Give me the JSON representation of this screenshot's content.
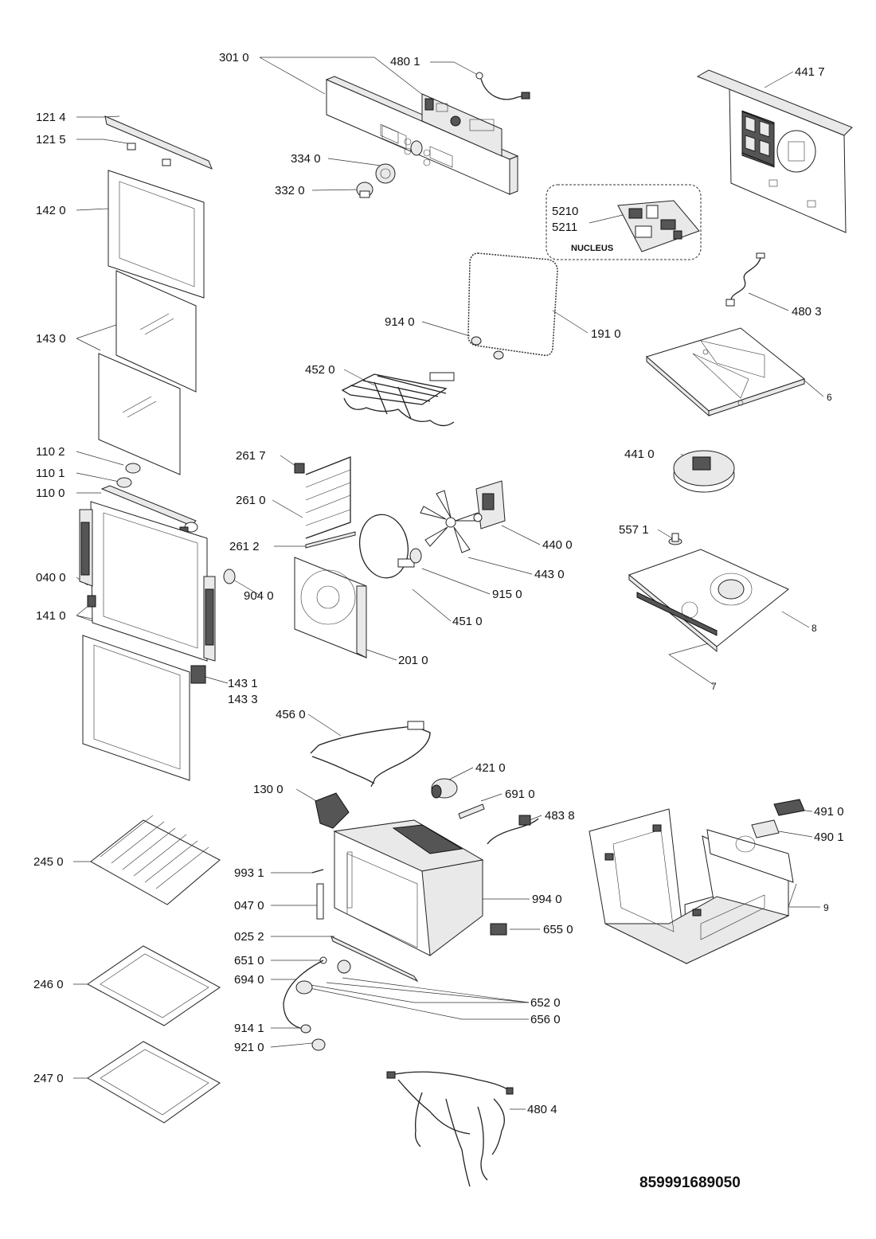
{
  "labels": {
    "l3010": "301 0",
    "l4801": "480 1",
    "l4417": "441 7",
    "l1214": "121 4",
    "l1215": "121 5",
    "l3340": "334 0",
    "l3320": "332 0",
    "l1420": "142 0",
    "l5210": "5210",
    "l5211": "5211",
    "nucleus": "NUCLEUS",
    "l4803": "480 3",
    "l9140": "914 0",
    "l1910": "191 0",
    "l1430": "143 0",
    "l4520": "452 0",
    "l6": "6",
    "l1102": "110 2",
    "l1101": "110 1",
    "l1100": "110 0",
    "l2617": "261 7",
    "l4410": "441 0",
    "l2610": "261 0",
    "l2612": "261 2",
    "l4400": "440 0",
    "l5571": "557 1",
    "l4430": "443 0",
    "l0400": "040 0",
    "l9040": "904 0",
    "l9150": "915 0",
    "l1410": "141 0",
    "l4510": "451 0",
    "l8": "8",
    "l2010": "201 0",
    "l1431": "143 1",
    "l1433": "143 3",
    "l7": "7",
    "l4560": "456 0",
    "l4210": "421 0",
    "l1300": "130 0",
    "l6910": "691 0",
    "l4910": "491 0",
    "l4838": "483 8",
    "l4901": "490 1",
    "l2450": "245 0",
    "l9931": "993 1",
    "l0470": "047 0",
    "l9940": "994 0",
    "l9": "9",
    "l0252": "025 2",
    "l6550": "655 0",
    "l6510": "651 0",
    "l6940": "694 0",
    "l2460": "246 0",
    "l6520": "652 0",
    "l6560": "656 0",
    "l9141": "914 1",
    "l9210": "921 0",
    "l2470": "247 0",
    "l4804": "480 4"
  },
  "model_number": "859991689050"
}
